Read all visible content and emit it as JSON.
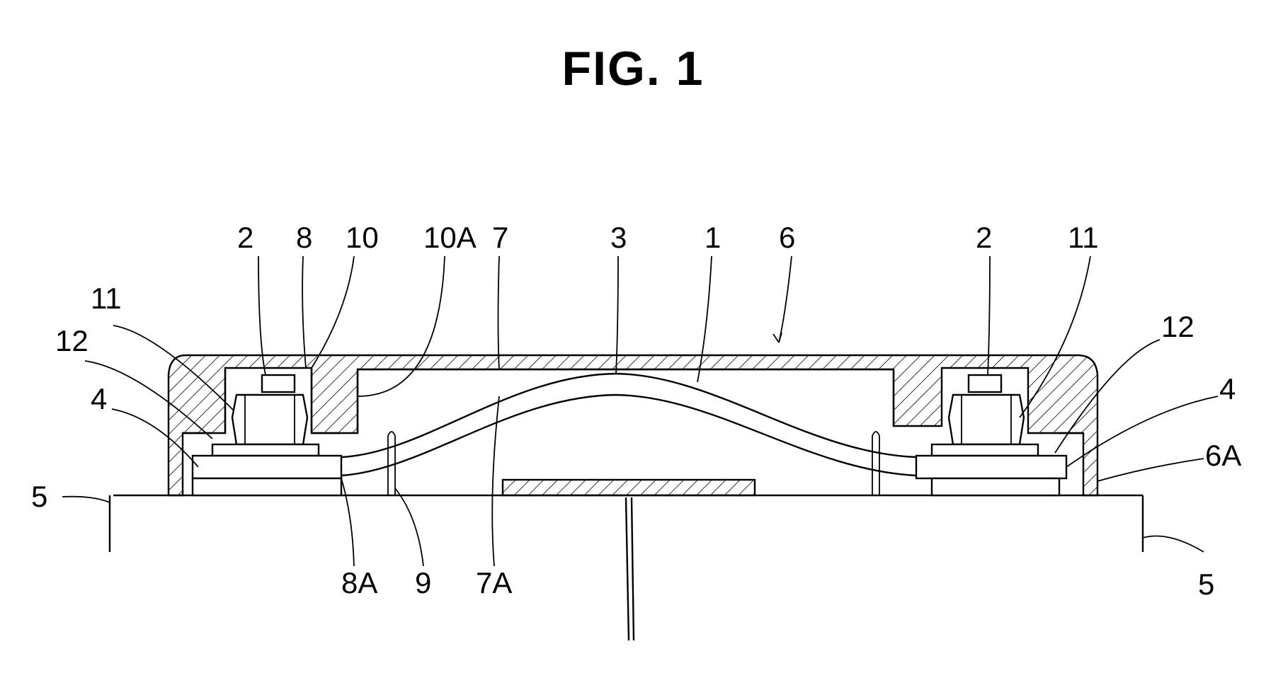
{
  "figure": {
    "title": "FIG. 1",
    "labels": {
      "l_2_left": "2",
      "l_8": "8",
      "l_10": "10",
      "l_10A": "10A",
      "l_7": "7",
      "l_3": "3",
      "l_1": "1",
      "l_6": "6",
      "l_2_right": "2",
      "l_11_right": "11",
      "l_11_left": "11",
      "l_12_left": "12",
      "l_12_right": "12",
      "l_4_left": "4",
      "l_4_right": "4",
      "l_6A": "6A",
      "l_5_left": "5",
      "l_5_right": "5",
      "l_8A": "8A",
      "l_9": "9",
      "l_7A": "7A"
    }
  }
}
